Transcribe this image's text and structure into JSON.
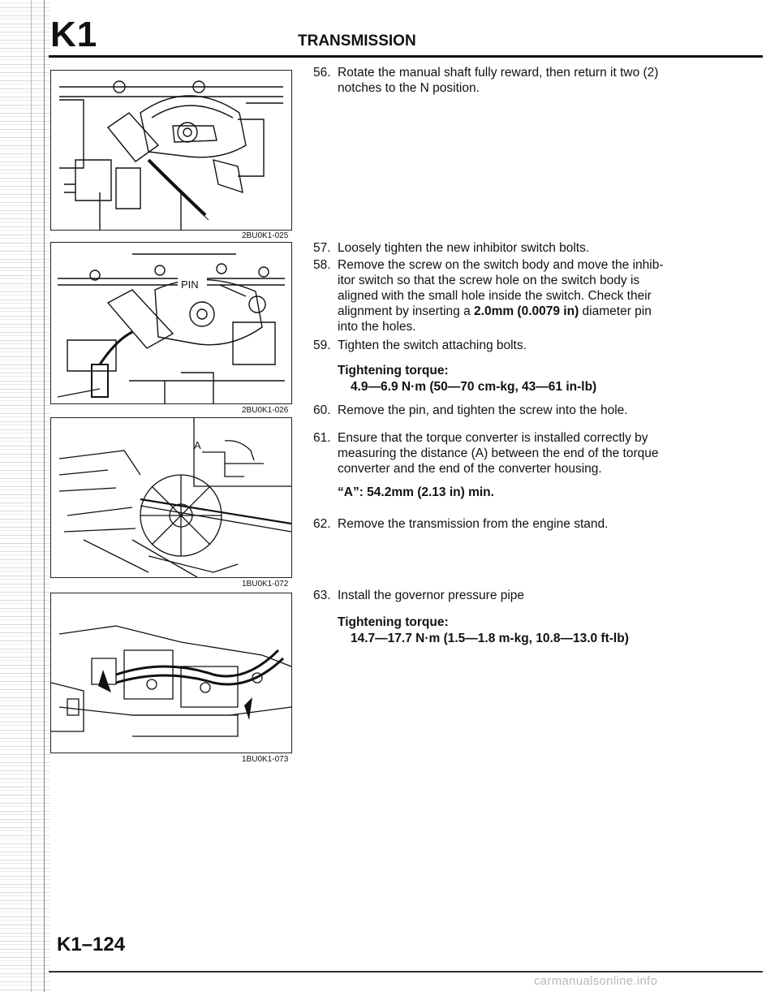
{
  "header": {
    "section": "K1",
    "title": "TRANSMISSION"
  },
  "figures": [
    {
      "code": "2BU0K1-025"
    },
    {
      "code": "2BU0K1-026",
      "callout": "PIN"
    },
    {
      "code": "1BU0K1-072",
      "callout": "A"
    },
    {
      "code": "1BU0K1-073"
    }
  ],
  "steps": {
    "s56": {
      "num": "56.",
      "line1": "Rotate the manual shaft fully reward, then return it two (2)",
      "line2": "notches to the N position."
    },
    "s57": {
      "num": "57.",
      "line1": "Loosely tighten the new inhibitor switch bolts."
    },
    "s58": {
      "num": "58.",
      "line1": "Remove the screw on the switch body and move the inhib-",
      "line2": "itor switch so that the screw hole on the switch body is",
      "line3": "aligned with the small hole inside the switch. Check their",
      "line4_pre": "alignment by inserting a ",
      "line4_bold": "2.0mm (0.0079 in)",
      "line4_post": " diameter pin",
      "line5": "into the holes."
    },
    "s59": {
      "num": "59.",
      "line1": "Tighten the switch attaching bolts.",
      "spec_label": "Tightening torque:",
      "spec_value": "4.9—6.9 N·m (50—70 cm-kg, 43—61 in-lb)"
    },
    "s60": {
      "num": "60.",
      "line1": "Remove the pin, and tighten the screw into the hole."
    },
    "s61": {
      "num": "61.",
      "line1": "Ensure that the torque converter is installed correctly by",
      "line2": "measuring the distance (A) between the end of the torque",
      "line3": "converter and the end of the converter housing.",
      "spec_value": "“A”: 54.2mm (2.13 in) min."
    },
    "s62": {
      "num": "62.",
      "line1": "Remove the transmission from the engine stand."
    },
    "s63": {
      "num": "63.",
      "line1": "Install the governor pressure pipe",
      "spec_label": "Tightening torque:",
      "spec_value": "14.7—17.7 N·m (1.5—1.8 m-kg, 10.8—13.0 ft-lb)"
    }
  },
  "footer": {
    "page_number": "K1–124",
    "watermark": "carmanualsonline.info"
  }
}
